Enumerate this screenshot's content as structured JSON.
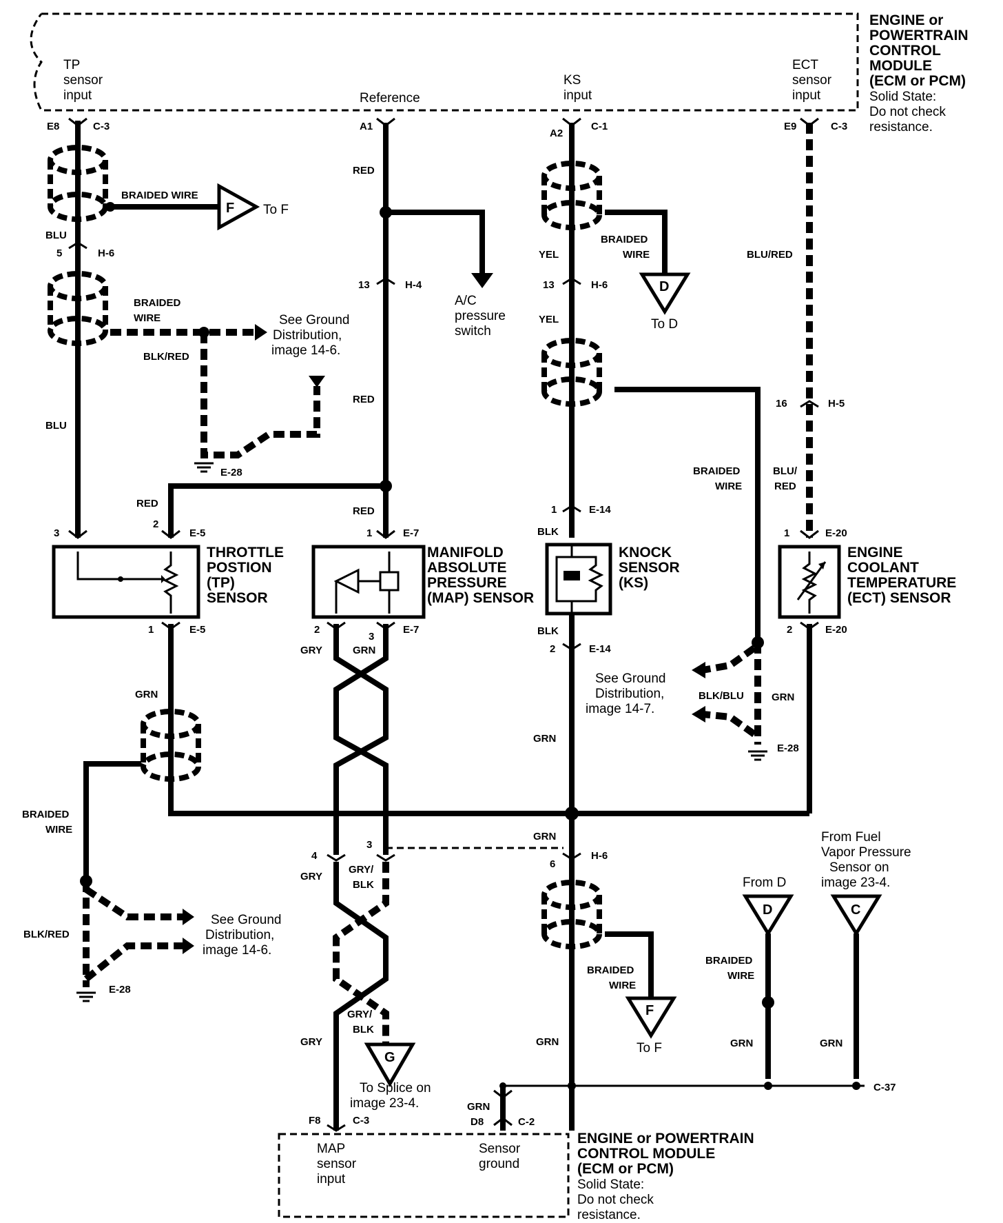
{
  "ecm_top": {
    "title_lines": [
      "ENGINE or",
      "POWERTRAIN",
      "CONTROL",
      "MODULE",
      "(ECM or PCM)"
    ],
    "note_lines": [
      "Solid State:",
      "Do not check",
      "resistance."
    ],
    "tp_input": [
      "TP",
      "sensor",
      "input"
    ],
    "reference": "Reference",
    "ks_input": [
      "KS",
      "input"
    ],
    "ect_input": [
      "ECT",
      "sensor",
      "input"
    ]
  },
  "ecm_bottom": {
    "title_lines": [
      "ENGINE or POWERTRAIN",
      "CONTROL MODULE",
      "(ECM or PCM)"
    ],
    "note_lines": [
      "Solid State:",
      "Do not check",
      "resistance."
    ],
    "map_input": [
      "MAP",
      "sensor",
      "input"
    ],
    "sensor_ground": [
      "Sensor",
      "ground"
    ]
  },
  "components": {
    "tp": [
      "THROTTLE",
      "POSTION",
      "(TP)",
      "SENSOR"
    ],
    "map": [
      "MANIFOLD",
      "ABSOLUTE",
      "PRESSURE",
      "(MAP) SENSOR"
    ],
    "ks": [
      "KNOCK",
      "SENSOR",
      "(KS)"
    ],
    "ect": [
      "ENGINE",
      "COOLANT",
      "TEMPERATURE",
      "(ECT) SENSOR"
    ]
  },
  "wire_colors": {
    "blu": "BLU",
    "red": "RED",
    "yel": "YEL",
    "blu_red": "BLU/RED",
    "blu_red_split": [
      "BLU/",
      "RED"
    ],
    "blk": "BLK",
    "blk_red": "BLK/RED",
    "blk_blu": "BLK/BLU",
    "grn": "GRN",
    "gry": "GRY",
    "gry_blk": [
      "GRY/",
      "BLK"
    ],
    "braided_wire": "BRAIDED WIRE",
    "braided_split": [
      "BRAIDED",
      "WIRE"
    ]
  },
  "connectors": {
    "e8": "E8",
    "c3": "C-3",
    "a1": "A1",
    "a2": "A2",
    "c1": "C-1",
    "e9": "E9",
    "h6": "H-6",
    "h4": "H-4",
    "h5": "H-5",
    "e14": "E-14",
    "e5": "E-5",
    "e7": "E-7",
    "e20": "E-20",
    "e28": "E-28",
    "c37": "C-37",
    "f8": "F8",
    "d8": "D8",
    "c2": "C-2",
    "p1": "1",
    "p2": "2",
    "p3": "3",
    "p4": "4",
    "p5": "5",
    "p6": "6",
    "p13": "13",
    "p16": "16"
  },
  "references": {
    "to_f": "To F",
    "to_d": "To D",
    "ac_switch": [
      "A/C",
      "pressure",
      "switch"
    ],
    "ground_14_6": [
      "See Ground",
      "Distribution,",
      "image 14-6."
    ],
    "ground_14_7": [
      "See Ground",
      "Distribution,",
      "image 14-7."
    ],
    "from_d": "From D",
    "from_fuel": [
      "From Fuel",
      "Vapor Pressure",
      "Sensor on",
      "image 23-4."
    ],
    "to_splice": [
      "To Splice on",
      "image 23-4."
    ],
    "letter_f": "F",
    "letter_d": "D",
    "letter_g": "G",
    "letter_c": "C"
  }
}
